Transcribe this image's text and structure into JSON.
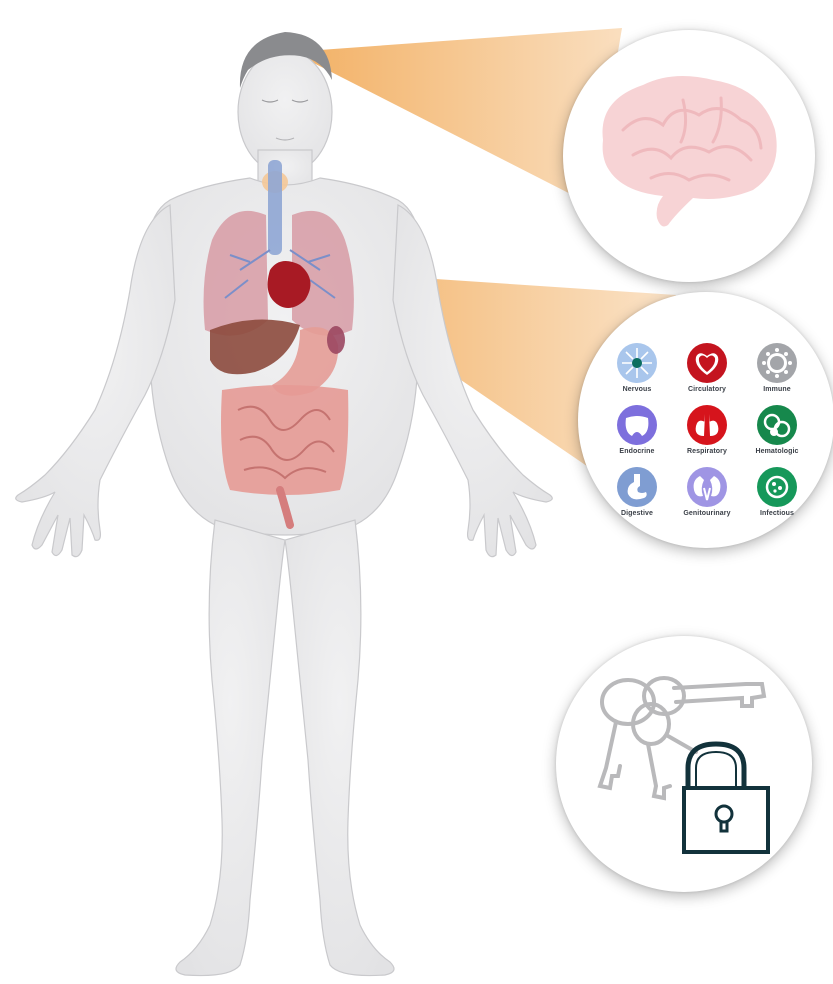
{
  "systems": [
    {
      "label": "Nervous",
      "color": "#a9c6ec",
      "icon": "neuron-icon"
    },
    {
      "label": "Circulatory",
      "color": "#c4141f",
      "icon": "heart-icon"
    },
    {
      "label": "Immune",
      "color": "#a3a5a9",
      "icon": "immune-cell-icon"
    },
    {
      "label": "Endocrine",
      "color": "#7d6fdd",
      "icon": "thyroid-icon"
    },
    {
      "label": "Respiratory",
      "color": "#d6141c",
      "icon": "lungs-icon"
    },
    {
      "label": "Hematologic",
      "color": "#16884c",
      "icon": "blood-cells-icon"
    },
    {
      "label": "Digestive",
      "color": "#7f9dd2",
      "icon": "stomach-icon"
    },
    {
      "label": "Genitourinary",
      "color": "#9f95e4",
      "icon": "kidneys-icon"
    },
    {
      "label": "Infectious",
      "color": "#16985a",
      "icon": "pathogen-icon"
    }
  ],
  "colors": {
    "callout": "#f0a248",
    "brain": "#f7d3d5",
    "body": "#e9e9ea",
    "lock": "#12323b"
  },
  "illustration": {
    "figure": "human-body",
    "zoom_top": "brain-icon",
    "zoom_middle": "organ-systems-panel",
    "bottom": "keys-and-padlock-icon"
  }
}
